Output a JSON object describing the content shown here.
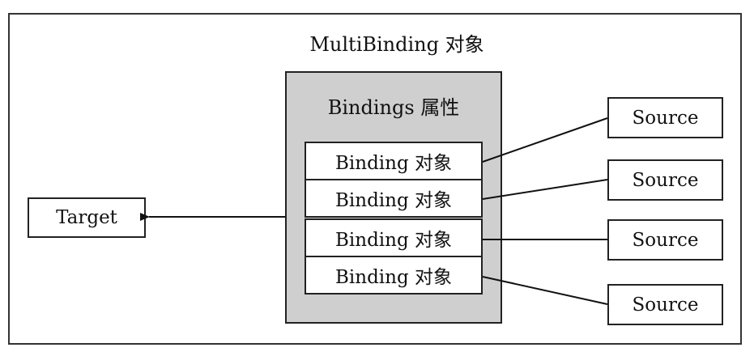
{
  "diagram": {
    "title": "MultiBinding 对象",
    "container_title": "Bindings 属性",
    "bindings": [
      "Binding 对象",
      "Binding 对象",
      "Binding 对象",
      "Binding 对象"
    ],
    "target": "Target",
    "sources": [
      "Source",
      "Source",
      "Source",
      "Source"
    ]
  }
}
